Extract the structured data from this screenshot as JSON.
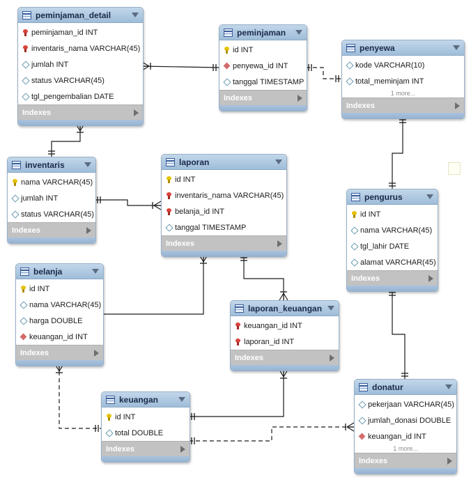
{
  "footer_label": "Indexes",
  "tables": [
    {
      "id": "peminjaman_detail",
      "name": "peminjaman_detail",
      "columns": [
        {
          "icon": "red-key-icon",
          "text": "peminjaman_id INT"
        },
        {
          "icon": "red-key-icon",
          "text": "inventaris_nama VARCHAR(45)"
        },
        {
          "icon": "column-diamond-icon",
          "text": "jumlah INT"
        },
        {
          "icon": "column-diamond-icon",
          "text": "status VARCHAR(45)"
        },
        {
          "icon": "column-diamond-icon",
          "text": "tgl_pengembalian DATE"
        }
      ]
    },
    {
      "id": "peminjaman",
      "name": "peminjaman",
      "columns": [
        {
          "icon": "primary-key-icon",
          "text": "id INT"
        },
        {
          "icon": "foreign-key-diamond-icon",
          "text": "penyewa_id INT"
        },
        {
          "icon": "column-diamond-icon",
          "text": "tanggal TIMESTAMP"
        }
      ]
    },
    {
      "id": "penyewa",
      "name": "penyewa",
      "more": "1 more...",
      "columns": [
        {
          "icon": "column-diamond-icon",
          "text": "kode VARCHAR(10)"
        },
        {
          "icon": "column-diamond-icon",
          "text": "total_meminjam INT"
        }
      ]
    },
    {
      "id": "inventaris",
      "name": "inventaris",
      "columns": [
        {
          "icon": "primary-key-icon",
          "text": "nama VARCHAR(45)"
        },
        {
          "icon": "column-diamond-icon",
          "text": "jumlah INT"
        },
        {
          "icon": "column-diamond-icon",
          "text": "status VARCHAR(45)"
        }
      ]
    },
    {
      "id": "laporan",
      "name": "laporan",
      "columns": [
        {
          "icon": "primary-key-icon",
          "text": "id INT"
        },
        {
          "icon": "red-key-icon",
          "text": "inventaris_nama VARCHAR(45)"
        },
        {
          "icon": "red-key-icon",
          "text": "belanja_id INT"
        },
        {
          "icon": "column-diamond-icon",
          "text": "tanggal TIMESTAMP"
        }
      ]
    },
    {
      "id": "pengurus",
      "name": "pengurus",
      "columns": [
        {
          "icon": "primary-key-icon",
          "text": "id INT"
        },
        {
          "icon": "column-diamond-icon",
          "text": "nama VARCHAR(45)"
        },
        {
          "icon": "column-diamond-icon",
          "text": "tgl_lahir DATE"
        },
        {
          "icon": "column-diamond-icon",
          "text": "alamat VARCHAR(45)"
        }
      ]
    },
    {
      "id": "belanja",
      "name": "belanja",
      "columns": [
        {
          "icon": "primary-key-icon",
          "text": "id INT"
        },
        {
          "icon": "column-diamond-icon",
          "text": "nama VARCHAR(45)"
        },
        {
          "icon": "column-diamond-icon",
          "text": "harga DOUBLE"
        },
        {
          "icon": "foreign-key-diamond-icon",
          "text": "keuangan_id INT"
        }
      ]
    },
    {
      "id": "laporan_keuangan",
      "name": "laporan_keuangan",
      "columns": [
        {
          "icon": "red-key-icon",
          "text": "keuangan_id INT"
        },
        {
          "icon": "red-key-icon",
          "text": "laporan_id INT"
        }
      ]
    },
    {
      "id": "keuangan",
      "name": "keuangan",
      "columns": [
        {
          "icon": "primary-key-icon",
          "text": "id INT"
        },
        {
          "icon": "column-diamond-icon",
          "text": "total DOUBLE"
        }
      ]
    },
    {
      "id": "donatur",
      "name": "donatur",
      "more": "1 more...",
      "columns": [
        {
          "icon": "column-diamond-icon",
          "text": "pekerjaan VARCHAR(45)"
        },
        {
          "icon": "column-diamond-icon",
          "text": "jumlah_donasi DOUBLE"
        },
        {
          "icon": "foreign-key-diamond-icon",
          "text": "keuangan_id INT"
        }
      ]
    }
  ],
  "relationships": [
    {
      "from": "peminjaman_detail",
      "to": "peminjaman",
      "style": "solid"
    },
    {
      "from": "peminjaman",
      "to": "penyewa",
      "style": "dashed"
    },
    {
      "from": "peminjaman_detail",
      "to": "inventaris",
      "style": "solid"
    },
    {
      "from": "inventaris",
      "to": "laporan",
      "style": "solid"
    },
    {
      "from": "penyewa",
      "to": "pengurus",
      "style": "solid"
    },
    {
      "from": "laporan",
      "to": "belanja",
      "style": "solid"
    },
    {
      "from": "laporan",
      "to": "laporan_keuangan",
      "style": "solid"
    },
    {
      "from": "pengurus",
      "to": "donatur",
      "style": "solid"
    },
    {
      "from": "belanja",
      "to": "keuangan",
      "style": "dashed"
    },
    {
      "from": "laporan_keuangan",
      "to": "keuangan",
      "style": "solid"
    },
    {
      "from": "keuangan",
      "to": "donatur",
      "style": "dashed"
    }
  ]
}
